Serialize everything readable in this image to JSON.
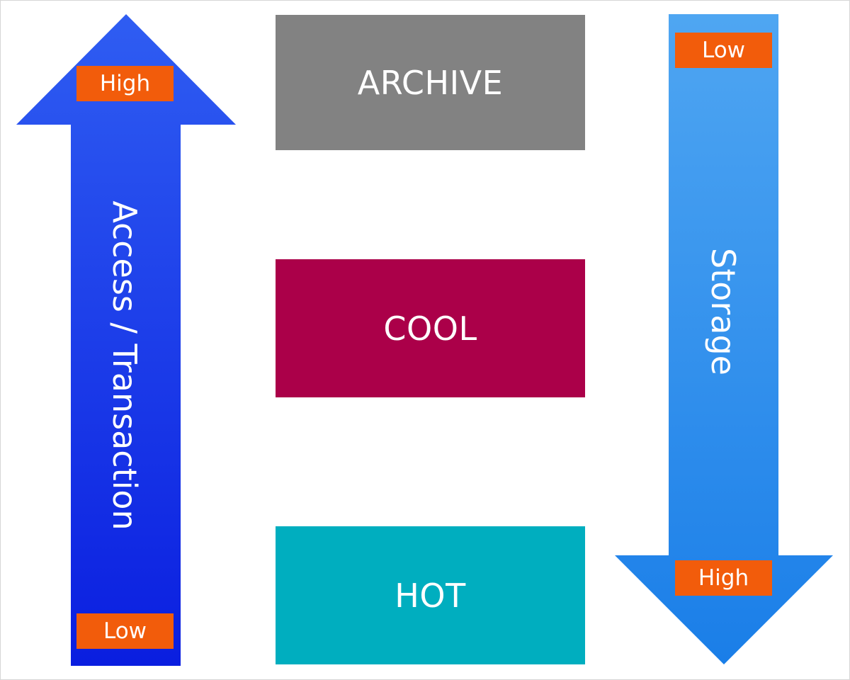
{
  "tiers": {
    "archive": {
      "label": "ARCHIVE",
      "color": "#828282"
    },
    "cool": {
      "label": "COOL",
      "color": "#ab0049"
    },
    "hot": {
      "label": "HOT",
      "color": "#00aebf"
    }
  },
  "left_arrow": {
    "direction": "up",
    "label": "Access / Transaction",
    "top_badge": "High",
    "bottom_badge": "Low",
    "gradient_top": "#2f5df2",
    "gradient_bottom": "#0a1ee0"
  },
  "right_arrow": {
    "direction": "down",
    "label": "Storage",
    "top_badge": "Low",
    "bottom_badge": "High",
    "gradient_top": "#4fa6f2",
    "gradient_bottom": "#1a7ee8"
  },
  "badge_color": "#f25c0b"
}
